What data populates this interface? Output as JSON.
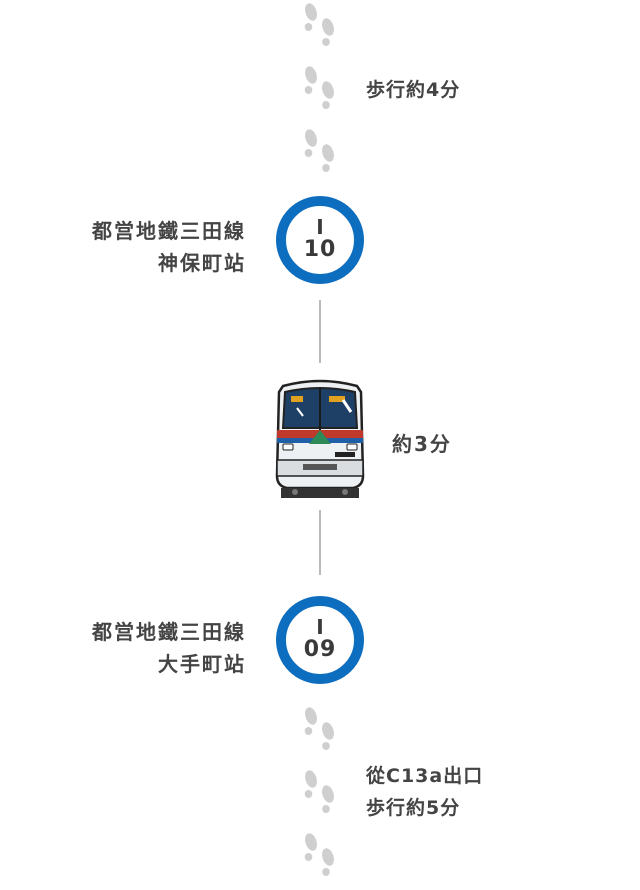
{
  "segments": {
    "walk_start": {
      "text": "歩行約4分"
    },
    "station_start": {
      "line": "都営地鐵三田線",
      "name": "神保町站",
      "line_code": "I",
      "number": "10"
    },
    "ride": {
      "text": "約3分"
    },
    "station_end": {
      "line": "都営地鐵三田線",
      "name": "大手町站",
      "line_code": "I",
      "number": "09"
    },
    "walk_end": {
      "exit": "從C13a出口",
      "text": "歩行約5分"
    }
  },
  "icons": {
    "footsteps": "footsteps-icon",
    "train": "train-icon"
  },
  "colors": {
    "mita_line": "#0d6dbf",
    "text": "#444444",
    "footsteps": "#cfcfcf",
    "connector": "#bbbbbb"
  }
}
